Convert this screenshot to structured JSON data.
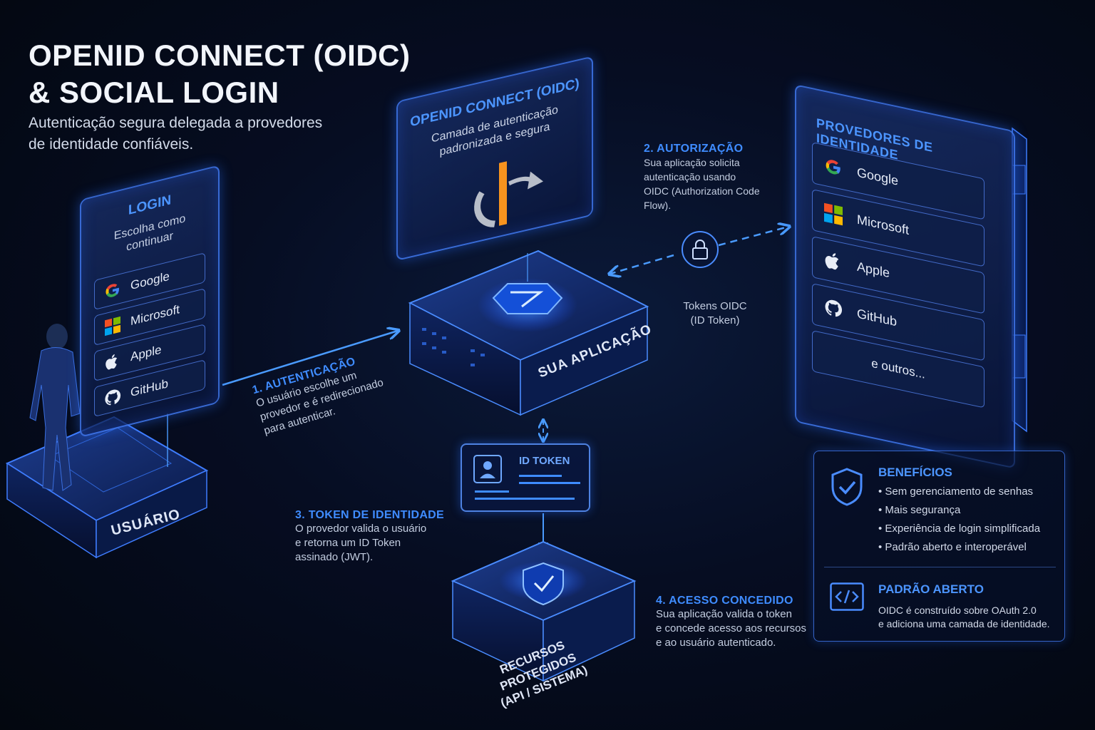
{
  "header": {
    "title_line1": "OPENID CONNECT (OIDC)",
    "title_line2": "& SOCIAL LOGIN",
    "subtitle": "Autenticação segura delegada a provedores de identidade confiáveis."
  },
  "login_panel": {
    "title": "LOGIN",
    "subtitle_line1": "Escolha como",
    "subtitle_line2": "continuar",
    "options": [
      {
        "label": "Google",
        "icon": "google-icon"
      },
      {
        "label": "Microsoft",
        "icon": "microsoft-icon"
      },
      {
        "label": "Apple",
        "icon": "apple-icon"
      },
      {
        "label": "GitHub",
        "icon": "github-icon"
      }
    ]
  },
  "user_base": {
    "label": "USUÁRIO"
  },
  "oidc_panel": {
    "title": "OPENID CONNECT (OIDC)",
    "desc_line1": "Camada de autenticação",
    "desc_line2": "padronizada e segura"
  },
  "app": {
    "label": "SUA APLICAÇÃO"
  },
  "providers_panel": {
    "title": "PROVEDORES DE IDENTIDADE",
    "items": [
      "Google",
      "Microsoft",
      "Apple",
      "GitHub",
      "e outros..."
    ]
  },
  "id_token": {
    "label": "ID TOKEN"
  },
  "resources": {
    "line1": "RECURSOS PROTEGIDOS",
    "line2": "(API / SISTEMA)"
  },
  "tokens_label": {
    "line1": "Tokens OIDC",
    "line2": "(ID Token)"
  },
  "steps": [
    {
      "heading": "1. AUTENTICAÇÃO",
      "lines": [
        "O usuário escolhe um",
        "provedor e é redirecionado",
        "para autenticar."
      ]
    },
    {
      "heading": "2. AUTORIZAÇÃO",
      "lines": [
        "Sua aplicação solicita",
        "autenticação usando",
        "OIDC (Authorization Code",
        "Flow)."
      ]
    },
    {
      "heading": "3. TOKEN DE IDENTIDADE",
      "lines": [
        "O provedor valida o usuário",
        "e retorna um ID Token",
        "assinado (JWT)."
      ]
    },
    {
      "heading": "4. ACESSO CONCEDIDO",
      "lines": [
        "Sua aplicação valida o token",
        "e concede acesso aos recursos",
        "e ao usuário autenticado."
      ]
    }
  ],
  "benefits": {
    "heading": "BENEFÍCIOS",
    "items": [
      "Sem gerenciamento de senhas",
      "Mais segurança",
      "Experiência de login simplificada",
      "Padrão aberto e interoperável"
    ]
  },
  "open_standard": {
    "heading": "PADRÃO ABERTO",
    "line1": "OIDC é construído sobre OAuth 2.0",
    "line2": "e adiciona uma camada de identidade."
  },
  "colors": {
    "accent": "#3f8cff",
    "background": "#060d22",
    "oidc_orange": "#f7931e"
  }
}
